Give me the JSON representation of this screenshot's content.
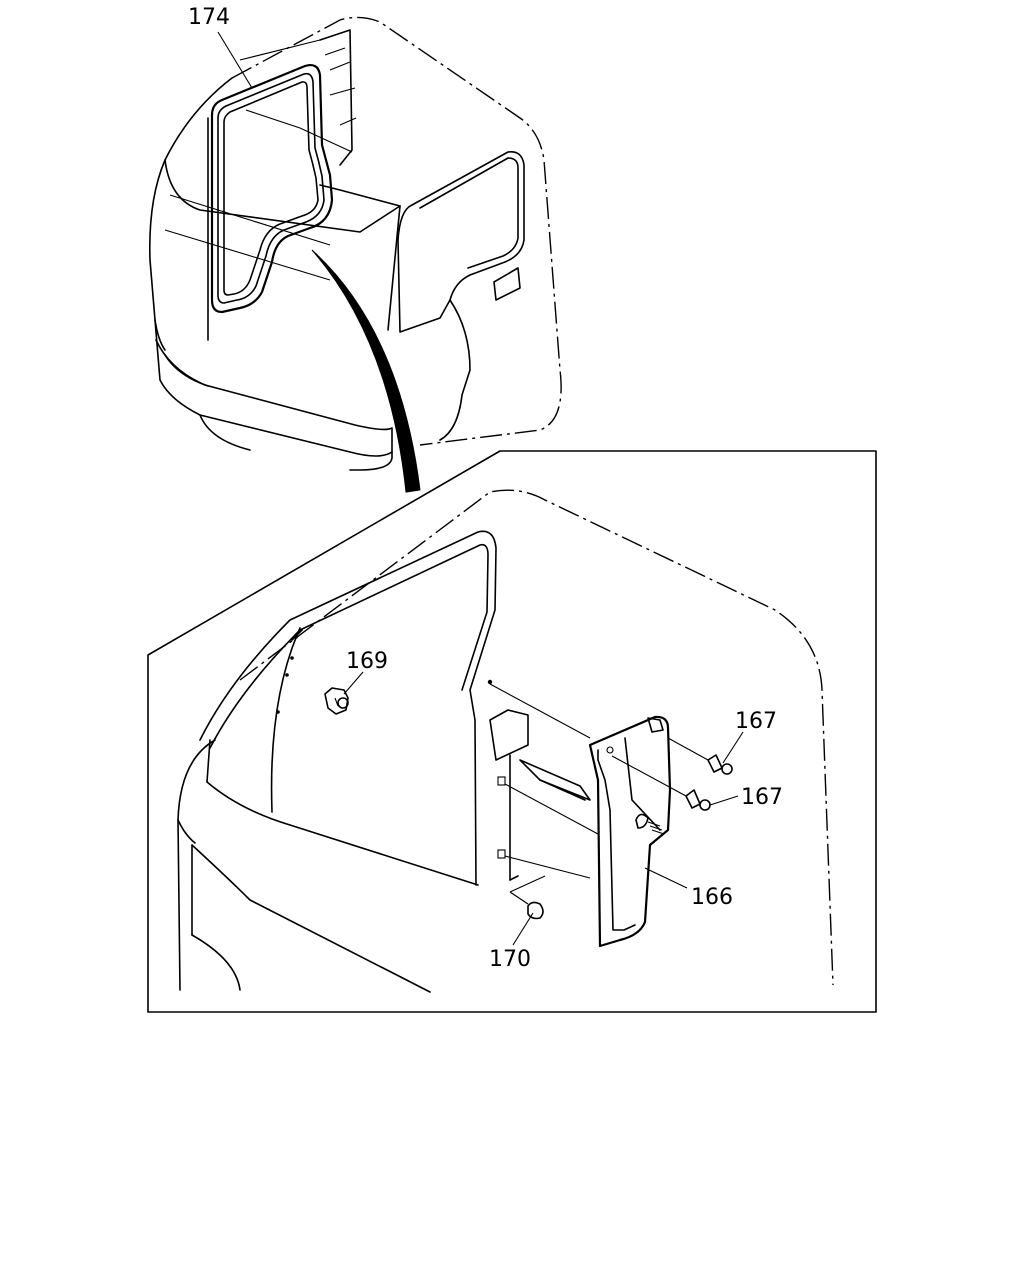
{
  "diagram": {
    "callouts": {
      "p174": "174",
      "p169": "169",
      "p167a": "167",
      "p167b": "167",
      "p166": "166",
      "p170": "170"
    }
  }
}
